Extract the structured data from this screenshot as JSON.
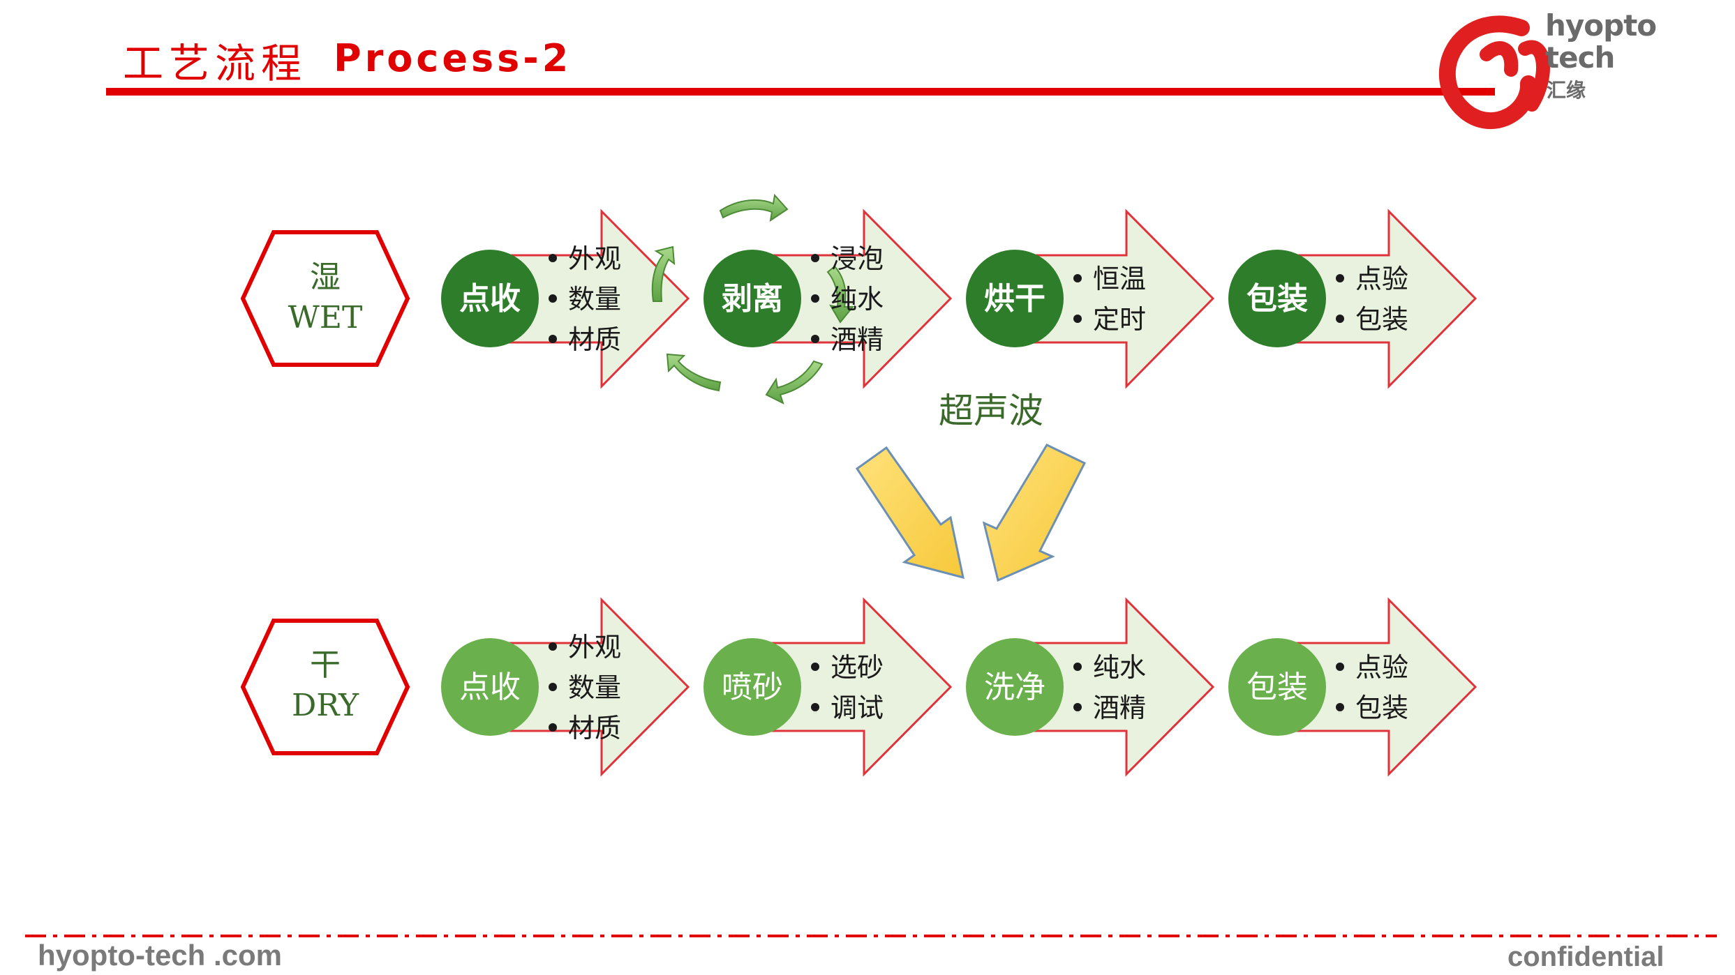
{
  "header": {
    "title_zh": "工艺流程",
    "title_en": "Process-2"
  },
  "logo": {
    "line1": "hyopto",
    "line2": "tech",
    "line3": "汇缘"
  },
  "colors": {
    "accent_red": "#e00000",
    "dark_green": "#2e7d2a",
    "light_green": "#6ab04c",
    "arrow_fill": "#e9f2df",
    "arrow_border": "#e0323a",
    "ultrasonic_arrow": "#ffd85a"
  },
  "wet": {
    "label_zh": "湿",
    "label_en": "WET",
    "steps": [
      {
        "name": "点收",
        "items": [
          "外观",
          "数量",
          "材质"
        ]
      },
      {
        "name": "剥离",
        "items": [
          "浸泡",
          "纯水",
          "酒精"
        ]
      },
      {
        "name": "烘干",
        "items": [
          "恒温",
          "定时"
        ]
      },
      {
        "name": "包装",
        "items": [
          "点验",
          "包装"
        ]
      }
    ]
  },
  "ultrasonic": {
    "label": "超声波"
  },
  "dry": {
    "label_zh": "干",
    "label_en": "DRY",
    "steps": [
      {
        "name": "点收",
        "items": [
          "外观",
          "数量",
          "材质"
        ]
      },
      {
        "name": "喷砂",
        "items": [
          "选砂",
          "调试"
        ]
      },
      {
        "name": "洗净",
        "items": [
          "纯水",
          "酒精"
        ]
      },
      {
        "name": "包装",
        "items": [
          "点验",
          "包装"
        ]
      }
    ]
  },
  "footer": {
    "website": "hyopto-tech .com",
    "confidential": "confidential"
  }
}
